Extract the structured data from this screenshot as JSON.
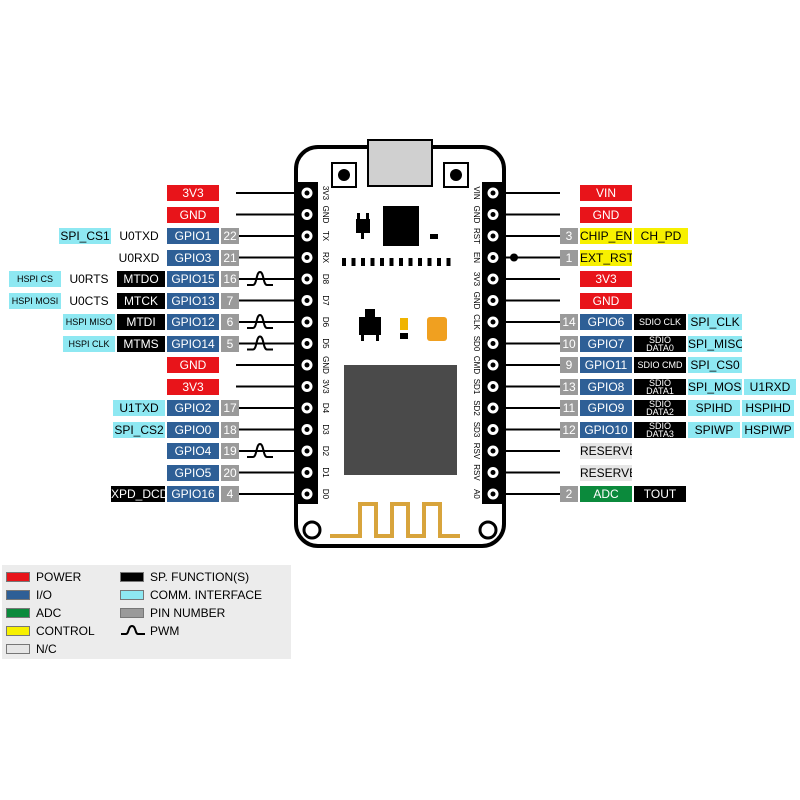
{
  "board": {
    "left_header": [
      "3V3",
      "GND",
      "TX",
      "RX",
      "D8",
      "D7",
      "D6",
      "D5",
      "GND",
      "3V3",
      "D4",
      "D3",
      "D2",
      "D1",
      "D0"
    ],
    "right_header": [
      "VIN",
      "GND",
      "RST",
      "EN",
      "3V3",
      "GND",
      "CLK",
      "SD0",
      "CMD",
      "SD1",
      "SD2",
      "SD3",
      "RSV",
      "RSV",
      "A0"
    ]
  },
  "left_rows": [
    {
      "labels": [
        {
          "text": "3V3",
          "kind": "power"
        }
      ],
      "pwm": false
    },
    {
      "labels": [
        {
          "text": "GND",
          "kind": "power"
        }
      ],
      "pwm": false
    },
    {
      "labels": [
        {
          "text": "SPI_CS1",
          "kind": "comm"
        },
        {
          "text": "U0TXD",
          "kind": "plain"
        },
        {
          "text": "GPIO1",
          "kind": "io"
        },
        {
          "text": "22",
          "kind": "pinno"
        }
      ],
      "pwm": false
    },
    {
      "labels": [
        {
          "text": "U0RXD",
          "kind": "plain"
        },
        {
          "text": "GPIO3",
          "kind": "io"
        },
        {
          "text": "21",
          "kind": "pinno"
        }
      ],
      "pwm": false
    },
    {
      "labels": [
        {
          "text": "HSPI CS",
          "kind": "comm"
        },
        {
          "text": "U0RTS",
          "kind": "plain"
        },
        {
          "text": "MTDO",
          "kind": "spf"
        },
        {
          "text": "GPIO15",
          "kind": "io"
        },
        {
          "text": "16",
          "kind": "pinno"
        }
      ],
      "pwm": true
    },
    {
      "labels": [
        {
          "text": "HSPI MOSI",
          "kind": "comm"
        },
        {
          "text": "U0CTS",
          "kind": "plain"
        },
        {
          "text": "MTCK",
          "kind": "spf"
        },
        {
          "text": "GPIO13",
          "kind": "io"
        },
        {
          "text": "7",
          "kind": "pinno"
        }
      ],
      "pwm": false
    },
    {
      "labels": [
        {
          "text": "HSPI MISO",
          "kind": "comm"
        },
        {
          "text": "MTDI",
          "kind": "spf"
        },
        {
          "text": "GPIO12",
          "kind": "io"
        },
        {
          "text": "6",
          "kind": "pinno"
        }
      ],
      "pwm": true
    },
    {
      "labels": [
        {
          "text": "HSPI CLK",
          "kind": "comm"
        },
        {
          "text": "MTMS",
          "kind": "spf"
        },
        {
          "text": "GPIO14",
          "kind": "io"
        },
        {
          "text": "5",
          "kind": "pinno"
        }
      ],
      "pwm": true
    },
    {
      "labels": [
        {
          "text": "GND",
          "kind": "power"
        }
      ],
      "pwm": false
    },
    {
      "labels": [
        {
          "text": "3V3",
          "kind": "power"
        }
      ],
      "pwm": false
    },
    {
      "labels": [
        {
          "text": "U1TXD",
          "kind": "comm"
        },
        {
          "text": "GPIO2",
          "kind": "io"
        },
        {
          "text": "17",
          "kind": "pinno"
        }
      ],
      "pwm": false
    },
    {
      "labels": [
        {
          "text": "SPI_CS2",
          "kind": "comm"
        },
        {
          "text": "GPIO0",
          "kind": "io"
        },
        {
          "text": "18",
          "kind": "pinno"
        }
      ],
      "pwm": false
    },
    {
      "labels": [
        {
          "text": "GPIO4",
          "kind": "io"
        },
        {
          "text": "19",
          "kind": "pinno"
        }
      ],
      "pwm": true
    },
    {
      "labels": [
        {
          "text": "GPIO5",
          "kind": "io"
        },
        {
          "text": "20",
          "kind": "pinno"
        }
      ],
      "pwm": false
    },
    {
      "labels": [
        {
          "text": "XPD_DCDC",
          "kind": "spf"
        },
        {
          "text": "GPIO16",
          "kind": "io"
        },
        {
          "text": "4",
          "kind": "pinno"
        }
      ],
      "pwm": false
    }
  ],
  "right_rows": [
    {
      "labels": [
        {
          "text": "VIN",
          "kind": "power"
        }
      ],
      "dot": false
    },
    {
      "labels": [
        {
          "text": "GND",
          "kind": "power"
        }
      ],
      "dot": false
    },
    {
      "labels": [
        {
          "text": "3",
          "kind": "pinno"
        },
        {
          "text": "CHIP_EN",
          "kind": "ctrl"
        },
        {
          "text": "CH_PD",
          "kind": "ctrl"
        }
      ],
      "dot": false
    },
    {
      "labels": [
        {
          "text": "1",
          "kind": "pinno"
        },
        {
          "text": "EXT_RSTO",
          "kind": "ctrl"
        }
      ],
      "dot": true
    },
    {
      "labels": [
        {
          "text": "3V3",
          "kind": "power"
        }
      ],
      "dot": false
    },
    {
      "labels": [
        {
          "text": "GND",
          "kind": "power"
        }
      ],
      "dot": false
    },
    {
      "labels": [
        {
          "text": "14",
          "kind": "pinno"
        },
        {
          "text": "GPIO6",
          "kind": "io"
        },
        {
          "text": "SDIO CLK",
          "kind": "spf"
        },
        {
          "text": "SPI_CLK",
          "kind": "comm"
        }
      ],
      "dot": false
    },
    {
      "labels": [
        {
          "text": "10",
          "kind": "pinno"
        },
        {
          "text": "GPIO7",
          "kind": "io"
        },
        {
          "text": "SDIO DATA0",
          "kind": "spf"
        },
        {
          "text": "SPI_MISO",
          "kind": "comm"
        }
      ],
      "dot": false
    },
    {
      "labels": [
        {
          "text": "9",
          "kind": "pinno"
        },
        {
          "text": "GPIO11",
          "kind": "io"
        },
        {
          "text": "SDIO CMD",
          "kind": "spf"
        },
        {
          "text": "SPI_CS0",
          "kind": "comm"
        }
      ],
      "dot": false
    },
    {
      "labels": [
        {
          "text": "13",
          "kind": "pinno"
        },
        {
          "text": "GPIO8",
          "kind": "io"
        },
        {
          "text": "SDIO DATA1",
          "kind": "spf"
        },
        {
          "text": "SPI_MOSI",
          "kind": "comm"
        },
        {
          "text": "U1RXD",
          "kind": "comm"
        }
      ],
      "dot": false
    },
    {
      "labels": [
        {
          "text": "11",
          "kind": "pinno"
        },
        {
          "text": "GPIO9",
          "kind": "io"
        },
        {
          "text": "SDIO DATA2",
          "kind": "spf"
        },
        {
          "text": "SPIHD",
          "kind": "comm"
        },
        {
          "text": "HSPIHD",
          "kind": "comm"
        }
      ],
      "dot": false
    },
    {
      "labels": [
        {
          "text": "12",
          "kind": "pinno"
        },
        {
          "text": "GPIO10",
          "kind": "io"
        },
        {
          "text": "SDIO DATA3",
          "kind": "spf"
        },
        {
          "text": "SPIWP",
          "kind": "comm"
        },
        {
          "text": "HSPIWP",
          "kind": "comm"
        }
      ],
      "dot": false
    },
    {
      "labels": [
        {
          "text": "RESERVED",
          "kind": "nc"
        }
      ],
      "dot": false
    },
    {
      "labels": [
        {
          "text": "RESERVED",
          "kind": "nc"
        }
      ],
      "dot": false
    },
    {
      "labels": [
        {
          "text": "2",
          "kind": "pinno"
        },
        {
          "text": "ADC",
          "kind": "adc"
        },
        {
          "text": "TOUT",
          "kind": "spf"
        }
      ],
      "dot": false
    }
  ],
  "legend": {
    "items": [
      {
        "label": "POWER",
        "kind": "power"
      },
      {
        "label": "I/O",
        "kind": "io"
      },
      {
        "label": "ADC",
        "kind": "adc"
      },
      {
        "label": "CONTROL",
        "kind": "ctrl"
      },
      {
        "label": "N/C",
        "kind": "nc"
      },
      {
        "label": "SP. FUNCTION(S)",
        "kind": "spf"
      },
      {
        "label": "COMM. INTERFACE",
        "kind": "comm"
      },
      {
        "label": "PIN NUMBER",
        "kind": "pinno"
      },
      {
        "label": "PWM",
        "kind": "pwm"
      }
    ]
  },
  "colors": {
    "power": "#e8141a",
    "io": "#2e5f96",
    "adc": "#0b8a3c",
    "ctrl": "#f7f000",
    "nc": "#e6e6e6",
    "spf": "#000000",
    "comm": "#8ee8f2",
    "pinno": "#9a9a9a",
    "antenna": "#d8a43c"
  }
}
